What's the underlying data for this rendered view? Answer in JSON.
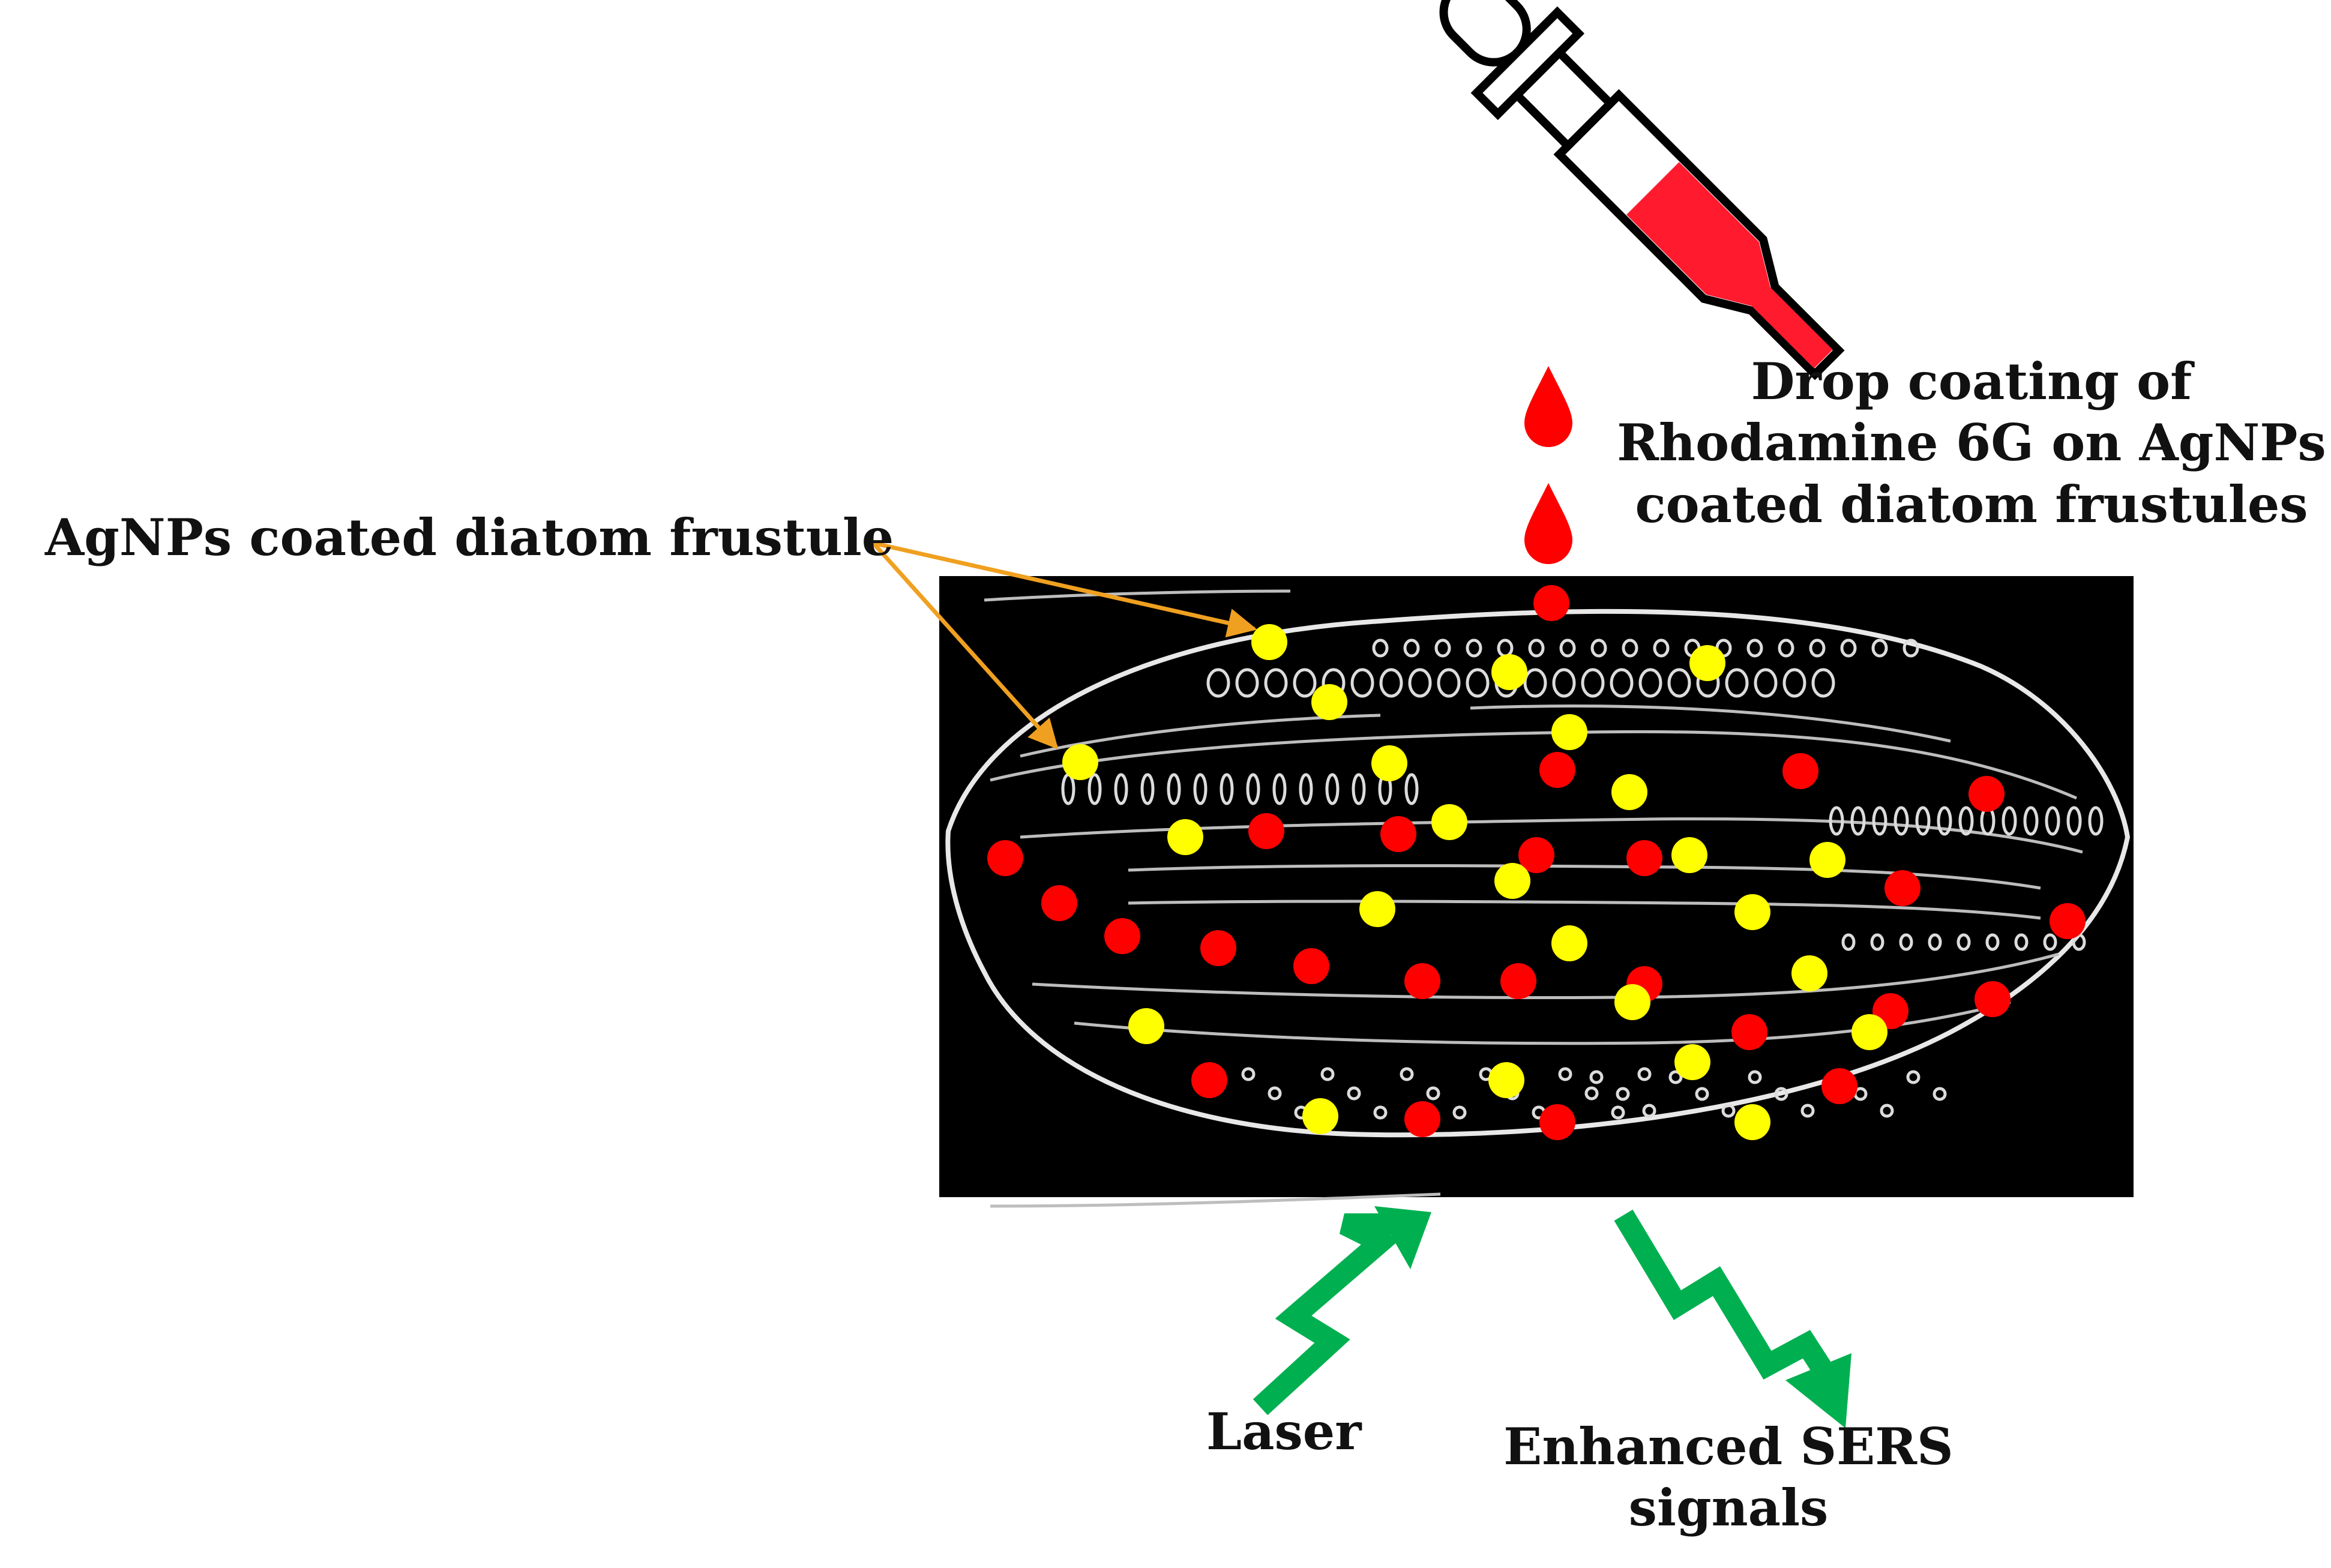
{
  "labels": {
    "agnps_frustule": "AgNPs  coated diatom frustule",
    "drop_coating": [
      "Drop coating of",
      "Rhodamine 6G  on AgNPs",
      "coated diatom frustules"
    ],
    "laser": "Laser",
    "sers": [
      "Enhanced SERS",
      "signals"
    ]
  },
  "legend_colors": {
    "agnp_particle": "#ffff00",
    "rhodamine_6g": "#ff0000",
    "laser_arrow": "#00b050",
    "pointer_arrow": "#f0a020",
    "dropper_liquid": "#ff1a2e"
  }
}
